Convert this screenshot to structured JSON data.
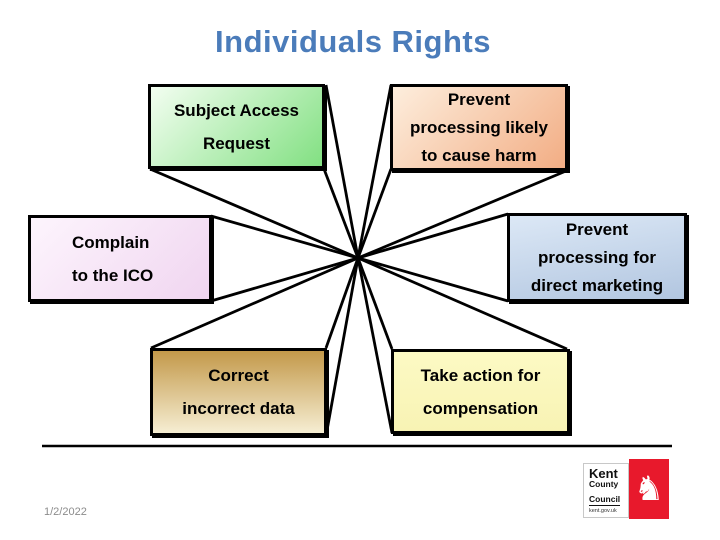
{
  "slide": {
    "title": "Individuals Rights",
    "title_color": "#4b7cba",
    "background_color": "#ffffff",
    "connector_color": "#000000",
    "date": "1/2/2022",
    "date_color": "#8c8c8c"
  },
  "diagram": {
    "boxes": [
      {
        "id": "subject-access-request",
        "lines": [
          "Subject Access",
          "Request"
        ],
        "fill": {
          "angle": "135deg",
          "from": "#f3fef1",
          "to": "#82e082"
        }
      },
      {
        "id": "prevent-processing-harm",
        "lines": [
          "Prevent",
          "processing likely",
          "to cause harm"
        ],
        "fill": {
          "angle": "135deg",
          "from": "#fdeedd",
          "to": "#f2ad84"
        }
      },
      {
        "id": "complain-to-ico",
        "lines": [
          "Complain",
          "to the ICO"
        ],
        "fill": {
          "angle": "135deg",
          "from": "#fdf5fd",
          "to": "#f0d5f0"
        }
      },
      {
        "id": "prevent-direct-marketing",
        "lines": [
          "Prevent",
          "processing for",
          "direct marketing"
        ],
        "fill": {
          "angle": "170deg",
          "from": "#dce8f6",
          "to": "#b2c6e0"
        }
      },
      {
        "id": "correct-incorrect-data",
        "lines": [
          "Correct",
          "incorrect data"
        ],
        "fill": {
          "angle": "180deg",
          "from": "#c3994a",
          "to": "#f6eed3"
        }
      },
      {
        "id": "take-action-compensation",
        "lines": [
          "Take action for",
          "compensation"
        ],
        "fill": {
          "angle": "180deg",
          "from": "#fcfac4",
          "to": "#f8f3b4"
        }
      }
    ]
  },
  "footer": {
    "date": "1/2/2022",
    "logo": {
      "line1": "Kent",
      "line2": "County",
      "line3": "Council",
      "url": "kent.gov.uk",
      "panel_color": "#e8192c",
      "horse_glyph": "♞"
    }
  }
}
